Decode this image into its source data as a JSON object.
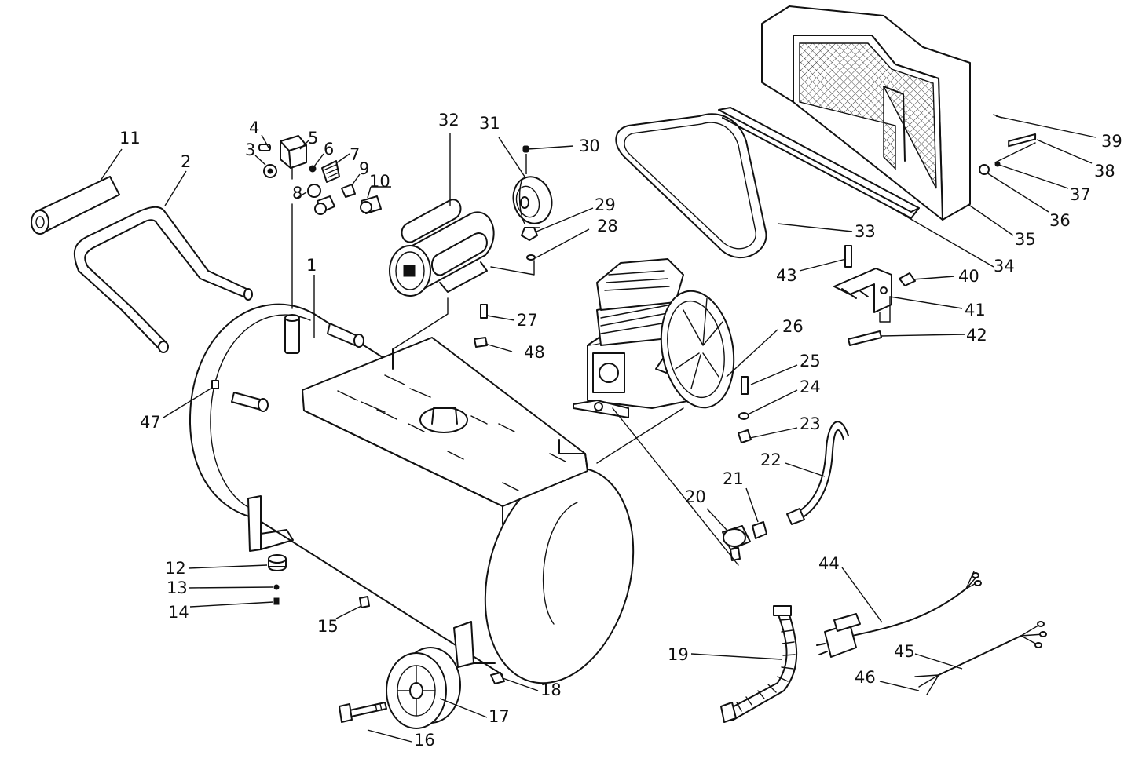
{
  "callouts": [
    {
      "id": "1",
      "text": "1"
    },
    {
      "id": "2",
      "text": "2"
    },
    {
      "id": "3",
      "text": "3"
    },
    {
      "id": "4",
      "text": "4"
    },
    {
      "id": "5",
      "text": "5"
    },
    {
      "id": "6",
      "text": "6"
    },
    {
      "id": "7",
      "text": "7"
    },
    {
      "id": "8",
      "text": "8"
    },
    {
      "id": "9",
      "text": "9"
    },
    {
      "id": "10",
      "text": "10"
    },
    {
      "id": "11",
      "text": "11"
    },
    {
      "id": "12",
      "text": "12"
    },
    {
      "id": "13",
      "text": "13"
    },
    {
      "id": "14",
      "text": "14"
    },
    {
      "id": "15",
      "text": "15"
    },
    {
      "id": "16",
      "text": "16"
    },
    {
      "id": "17",
      "text": "17"
    },
    {
      "id": "18",
      "text": "18"
    },
    {
      "id": "19",
      "text": "19"
    },
    {
      "id": "20",
      "text": "20"
    },
    {
      "id": "21",
      "text": "21"
    },
    {
      "id": "22",
      "text": "22"
    },
    {
      "id": "23",
      "text": "23"
    },
    {
      "id": "24",
      "text": "24"
    },
    {
      "id": "25",
      "text": "25"
    },
    {
      "id": "26",
      "text": "26"
    },
    {
      "id": "27",
      "text": "27"
    },
    {
      "id": "28",
      "text": "28"
    },
    {
      "id": "29",
      "text": "29"
    },
    {
      "id": "30",
      "text": "30"
    },
    {
      "id": "31",
      "text": "31"
    },
    {
      "id": "32",
      "text": "32"
    },
    {
      "id": "33",
      "text": "33"
    },
    {
      "id": "34",
      "text": "34"
    },
    {
      "id": "35",
      "text": "35"
    },
    {
      "id": "36",
      "text": "36"
    },
    {
      "id": "37",
      "text": "37"
    },
    {
      "id": "38",
      "text": "38"
    },
    {
      "id": "39",
      "text": "39"
    },
    {
      "id": "40",
      "text": "40"
    },
    {
      "id": "41",
      "text": "41"
    },
    {
      "id": "42",
      "text": "42"
    },
    {
      "id": "43",
      "text": "43"
    },
    {
      "id": "44",
      "text": "44"
    },
    {
      "id": "45",
      "text": "45"
    },
    {
      "id": "46",
      "text": "46"
    },
    {
      "id": "47",
      "text": "47"
    },
    {
      "id": "48",
      "text": "48"
    }
  ],
  "style": {
    "ink": "#111111",
    "background": "#ffffff",
    "guard_mesh": "#444444"
  }
}
